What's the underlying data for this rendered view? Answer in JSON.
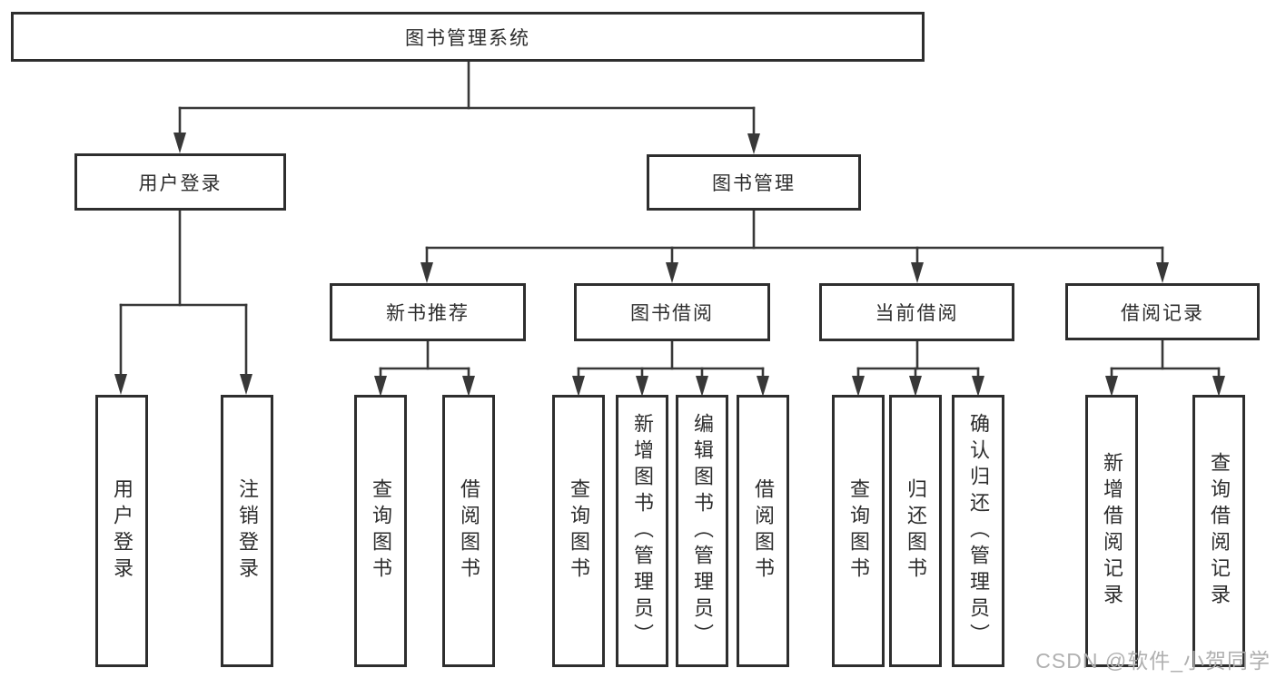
{
  "diagram_title": "图书管理系统",
  "colors": {
    "line": "#383838",
    "box_border": "#2e2e2e",
    "text": "#2d2d2d",
    "watermark": "#b0b0b0",
    "background": "#ffffff"
  },
  "tree": {
    "label": "图书管理系统",
    "children": [
      {
        "label": "用户登录",
        "children": [
          {
            "label": "用户登录"
          },
          {
            "label": "注销登录"
          }
        ]
      },
      {
        "label": "图书管理",
        "children": [
          {
            "label": "新书推荐",
            "children": [
              {
                "label": "查询图书"
              },
              {
                "label": "借阅图书"
              }
            ]
          },
          {
            "label": "图书借阅",
            "children": [
              {
                "label": "查询图书"
              },
              {
                "label": "新增图书（管理员）"
              },
              {
                "label": "编辑图书（管理员）"
              },
              {
                "label": "借阅图书"
              }
            ]
          },
          {
            "label": "当前借阅",
            "children": [
              {
                "label": "查询图书"
              },
              {
                "label": "归还图书"
              },
              {
                "label": "确认归还（管理员）"
              }
            ]
          },
          {
            "label": "借阅记录",
            "children": [
              {
                "label": "新增借阅记录"
              },
              {
                "label": "查询借阅记录"
              }
            ]
          }
        ]
      }
    ]
  },
  "watermark": {
    "text": "CSDN @软件_小贺同学"
  }
}
